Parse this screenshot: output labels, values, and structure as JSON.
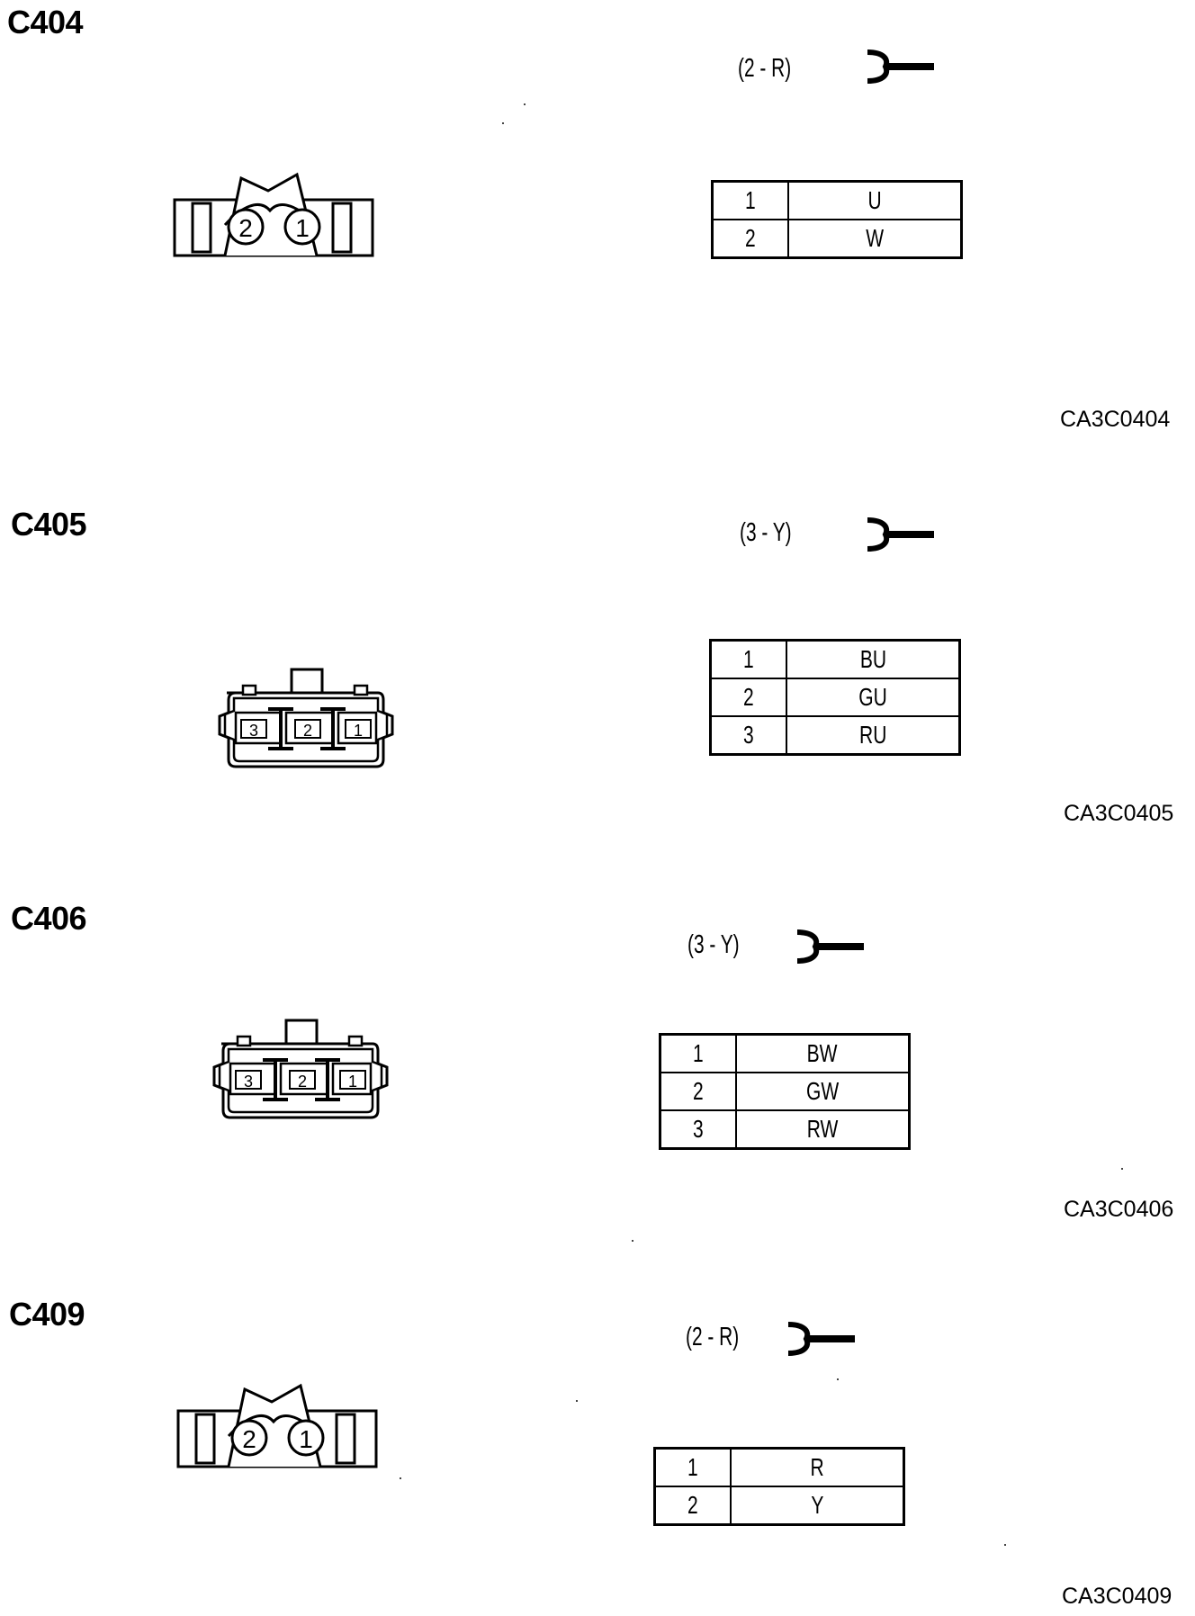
{
  "connectors": [
    {
      "id": "C404",
      "key": "(2 - R)",
      "pins": [
        {
          "pin": "1",
          "wire": "U"
        },
        {
          "pin": "2",
          "wire": "W"
        }
      ],
      "figure_code": "CA3C0404",
      "connector_labels": [
        "2",
        "1"
      ]
    },
    {
      "id": "C405",
      "key": "(3 - Y)",
      "pins": [
        {
          "pin": "1",
          "wire": "BU"
        },
        {
          "pin": "2",
          "wire": "GU"
        },
        {
          "pin": "3",
          "wire": "RU"
        }
      ],
      "figure_code": "CA3C0405",
      "connector_labels": [
        "3",
        "2",
        "1"
      ]
    },
    {
      "id": "C406",
      "key": "(3 - Y)",
      "pins": [
        {
          "pin": "1",
          "wire": "BW"
        },
        {
          "pin": "2",
          "wire": "GW"
        },
        {
          "pin": "3",
          "wire": "RW"
        }
      ],
      "figure_code": "CA3C0406",
      "connector_labels": [
        "3",
        "2",
        "1"
      ]
    },
    {
      "id": "C409",
      "key": "(2 - R)",
      "pins": [
        {
          "pin": "1",
          "wire": "R"
        },
        {
          "pin": "2",
          "wire": "Y"
        }
      ],
      "figure_code": "CA3C0409",
      "connector_labels": [
        "2",
        "1"
      ]
    }
  ]
}
